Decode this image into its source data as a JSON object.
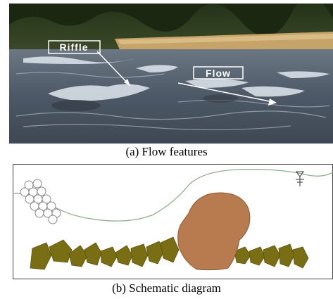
{
  "photo": {
    "labels": {
      "riffle": "Riffle",
      "flow": "Flow"
    }
  },
  "captions": {
    "a": "(a) Flow features",
    "b": "(b) Schematic diagram"
  },
  "colors": {
    "water": "#5b6672",
    "foam": "#e8eef4",
    "grass": "#c9a66b",
    "trees": "#2f3d22",
    "surface_line": "#8fae8f",
    "boulder": "#b87a4f",
    "gravel": "#7a6e14",
    "pebble": "#ffffff"
  },
  "icons": {
    "water_surface": "water-level-symbol"
  }
}
